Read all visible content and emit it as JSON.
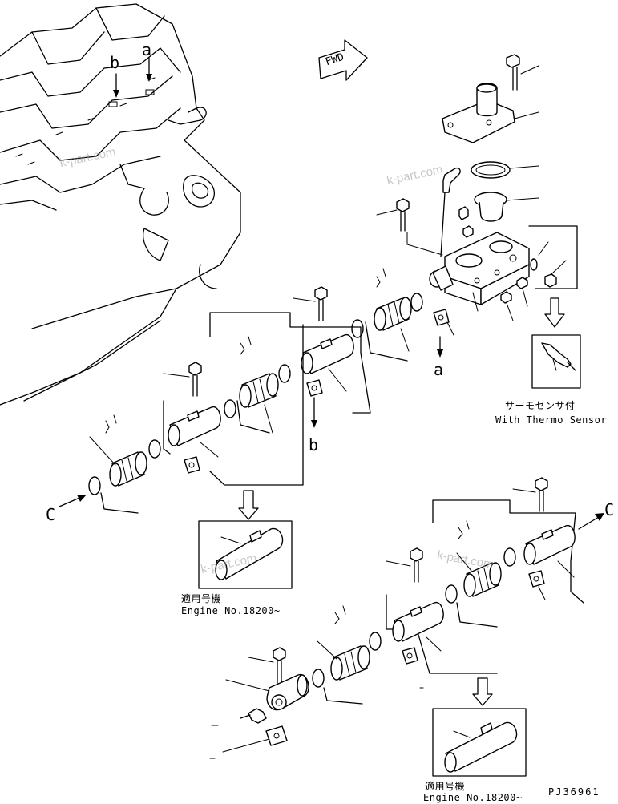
{
  "labels": {
    "fwd": "FWD",
    "a_top": "a",
    "b_top": "b",
    "a_mid": "a",
    "b_mid": "b",
    "c_left": "C",
    "c_right": "C",
    "thermo_jp": "サーモセンサ付",
    "thermo_en": "With Thermo Sensor",
    "applicable_jp_1": "適用号機",
    "engine_no_1": "Engine No.18200~",
    "applicable_jp_2": "適用号機",
    "engine_no_2": "Engine No.18200~",
    "drawing_code": "PJ36961"
  },
  "watermarks": [
    "k-part.com",
    "k-part.com",
    "k-part.com",
    "k-part.com"
  ]
}
